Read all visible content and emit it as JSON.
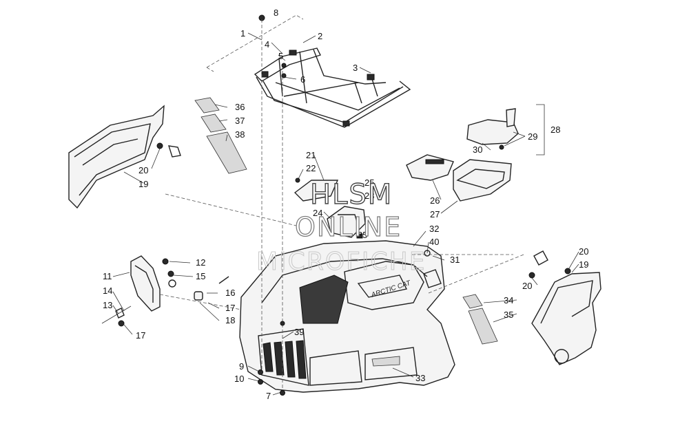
{
  "labels": {
    "n1": "1",
    "n2": "2",
    "n3": "3",
    "n4": "4",
    "n5": "5",
    "n6": "6",
    "n7": "7",
    "n8": "8",
    "n9": "9",
    "n10": "10",
    "n11": "11",
    "n12": "12",
    "n13": "13",
    "n14": "14",
    "n15": "15",
    "n16": "16",
    "n17a": "17",
    "n17b": "17",
    "n18": "18",
    "n19a": "19",
    "n19b": "19",
    "n20a": "20",
    "n20b": "20",
    "n20c": "20",
    "n21": "21",
    "n22": "22",
    "n23": "23",
    "n24": "24",
    "n25a": "25",
    "n25b": "25",
    "n26": "26",
    "n27": "27",
    "n28": "28",
    "n29": "29",
    "n30": "30",
    "n31": "31",
    "n32": "32",
    "n33": "33",
    "n34": "34",
    "n35": "35",
    "n36": "36",
    "n37": "37",
    "n38": "38",
    "n39": "39",
    "n40": "40"
  },
  "watermark": {
    "line1": "HLSM",
    "line2": "ONLINE",
    "line3": "MICROFICHE"
  },
  "decals": {
    "brand": "ARCTIC CAT"
  }
}
